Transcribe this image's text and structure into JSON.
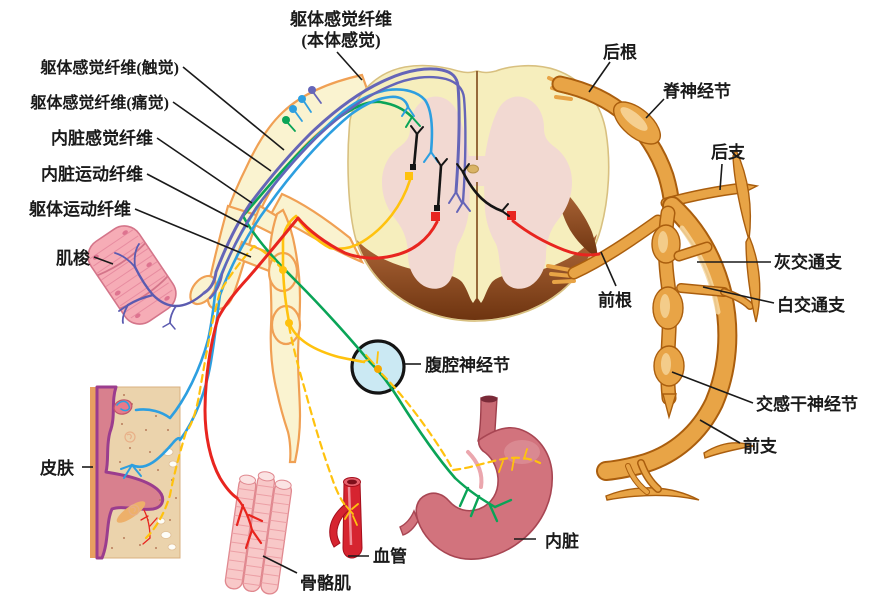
{
  "labels": {
    "proprio_l1": "躯体感觉纤维",
    "proprio_l2": "(本体感觉)",
    "touch": "躯体感觉纤维(触觉)",
    "pain": "躯体感觉纤维(痛觉)",
    "visceral_sensory": "内脏感觉纤维",
    "visceral_motor": "内脏运动纤维",
    "somatic_motor": "躯体运动纤维",
    "muscle_spindle": "肌梭",
    "posterior_root": "后根",
    "spinal_ganglion": "脊神经节",
    "posterior_branch": "后支",
    "gray_ramus": "灰交通支",
    "white_ramus": "白交通支",
    "anterior_root": "前根",
    "sympathetic_ganglion": "交感干神经节",
    "anterior_branch": "前支",
    "celiac_ganglion": "腹腔神经节",
    "skin": "皮肤",
    "skeletal_muscle": "骨骼肌",
    "blood_vessel": "血管",
    "viscera": "内脏"
  },
  "colors": {
    "fiber_purple": "#6565B8",
    "fiber_blue": "#2D9FE0",
    "fiber_green": "#0AA457",
    "fiber_yellow": "#FFC20E",
    "fiber_red": "#E8251F",
    "fiber_black": "#151515",
    "nerve_gold": "#E8A446",
    "nerve_gold_dark": "#AA5E0E",
    "nerve_gold_light": "#F7D9A2",
    "sheath_cream": "#FAF3D0",
    "sheath_edge": "#F0A054",
    "cord_cream": "#F6EEBD",
    "cord_edge": "#D8C080",
    "gray_matter_pink": "#F2D9D2",
    "cord_brown": "#A8622E",
    "cord_brown_dark": "#6E3410",
    "canal_tan": "#D9B366",
    "skin_epidermis": "#D8808E",
    "skin_epidermis_line": "#9B3D8E",
    "skin_hypodermis": "#EBD3AC",
    "skin_strip": "#E8A060",
    "muscle_spindle_pink": "#F6ACB6",
    "skeletal_muscle_pink": "#F8C8C8",
    "vessel_red": "#D62430",
    "stomach_red": "#D2737D",
    "stomach_dark": "#A84653",
    "ganglion_circle_blue": "#CBE9F3",
    "label_color": "#1A1A1A"
  }
}
